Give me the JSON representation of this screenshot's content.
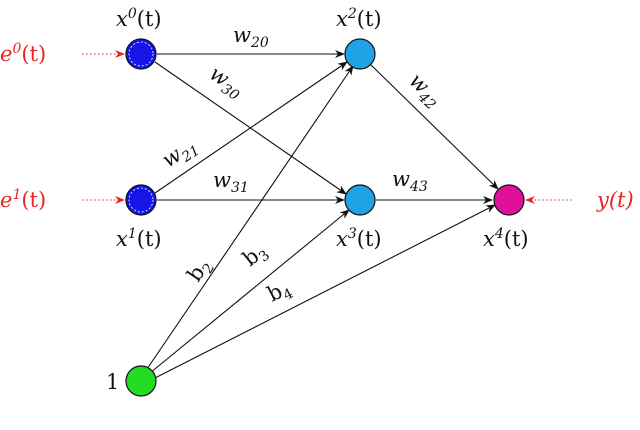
{
  "nodes": {
    "x0": {
      "label": "x",
      "sup": "0",
      "arg": "(t)",
      "color": "#1515e8"
    },
    "x1": {
      "label": "x",
      "sup": "1",
      "arg": "(t)",
      "color": "#1515e8"
    },
    "x2": {
      "label": "x",
      "sup": "2",
      "arg": "(t)",
      "color": "#1fa3e6"
    },
    "x3": {
      "label": "x",
      "sup": "3",
      "arg": "(t)",
      "color": "#1fa3e6"
    },
    "x4": {
      "label": "x",
      "sup": "4",
      "arg": "(t)",
      "color": "#e0109a"
    },
    "bias": {
      "label": "1",
      "color": "#22dd22"
    }
  },
  "inputs": {
    "e0": {
      "label": "e",
      "sup": "0",
      "arg": "(t)"
    },
    "e1": {
      "label": "e",
      "sup": "1",
      "arg": "(t)"
    },
    "y": {
      "label": "y(t)"
    }
  },
  "weights": {
    "w20": {
      "w": "w",
      "sub": "20"
    },
    "w30": {
      "w": "w",
      "sub": "30"
    },
    "w21": {
      "w": "w",
      "sub": "21"
    },
    "w31": {
      "w": "w",
      "sub": "31"
    },
    "w42": {
      "w": "w",
      "sub": "42"
    },
    "w43": {
      "w": "w",
      "sub": "43"
    }
  },
  "biases": {
    "b2": {
      "b": "b",
      "sub": "2"
    },
    "b3": {
      "b": "b",
      "sub": "3"
    },
    "b4": {
      "b": "b",
      "sub": "4"
    }
  },
  "colors": {
    "input_arrow": "#ee2222",
    "edge": "#111111"
  }
}
